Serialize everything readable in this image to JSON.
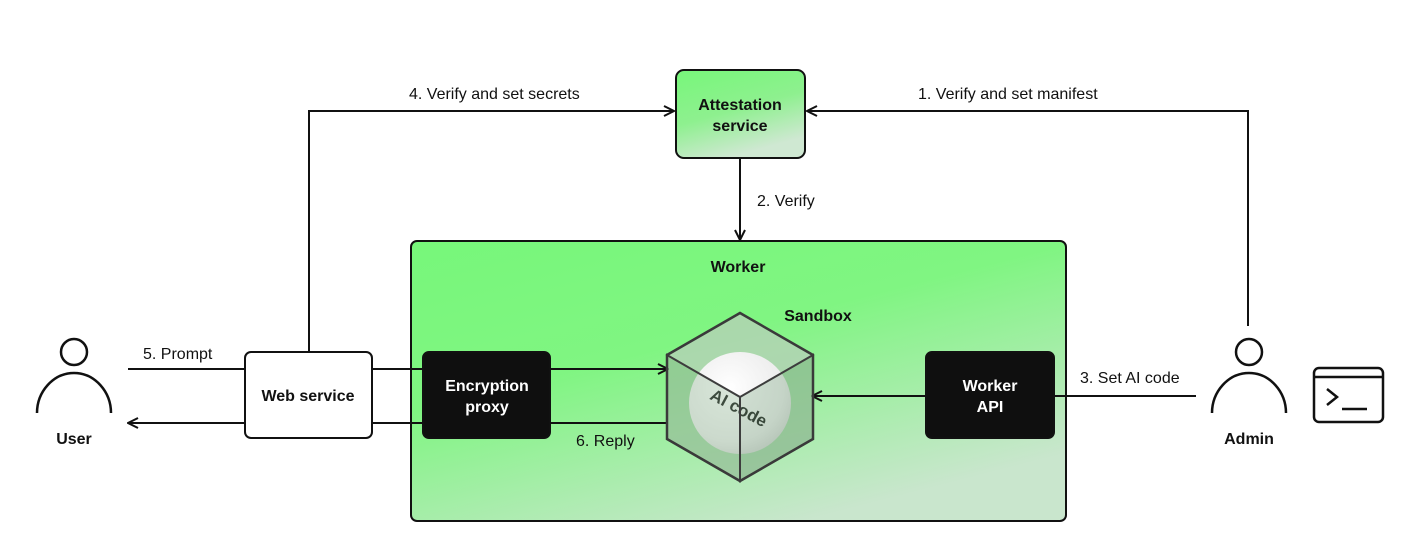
{
  "nodes": {
    "attestation": {
      "line1": "Attestation",
      "line2": "service"
    },
    "worker": {
      "title": "Worker"
    },
    "sandbox": {
      "title": "Sandbox"
    },
    "ai_code": {
      "label": "AI code"
    },
    "web_service": {
      "label": "Web service"
    },
    "encryption_proxy": {
      "line1": "Encryption",
      "line2": "proxy"
    },
    "worker_api": {
      "line1": "Worker",
      "line2": "API"
    },
    "user": {
      "label": "User"
    },
    "admin": {
      "label": "Admin"
    }
  },
  "edges": {
    "verify_manifest": "1. Verify and set manifest",
    "verify": "2. Verify",
    "set_ai_code": "3. Set AI code",
    "verify_secrets": "4. Verify and set secrets",
    "prompt": "5. Prompt",
    "reply": "6. Reply"
  },
  "icons": {
    "user": "person-icon",
    "admin": "person-icon",
    "terminal": "terminal-icon",
    "sandbox": "cube-icon"
  },
  "colors": {
    "green": "#77f77a",
    "black": "#0f0f0f",
    "line": "#111111"
  }
}
